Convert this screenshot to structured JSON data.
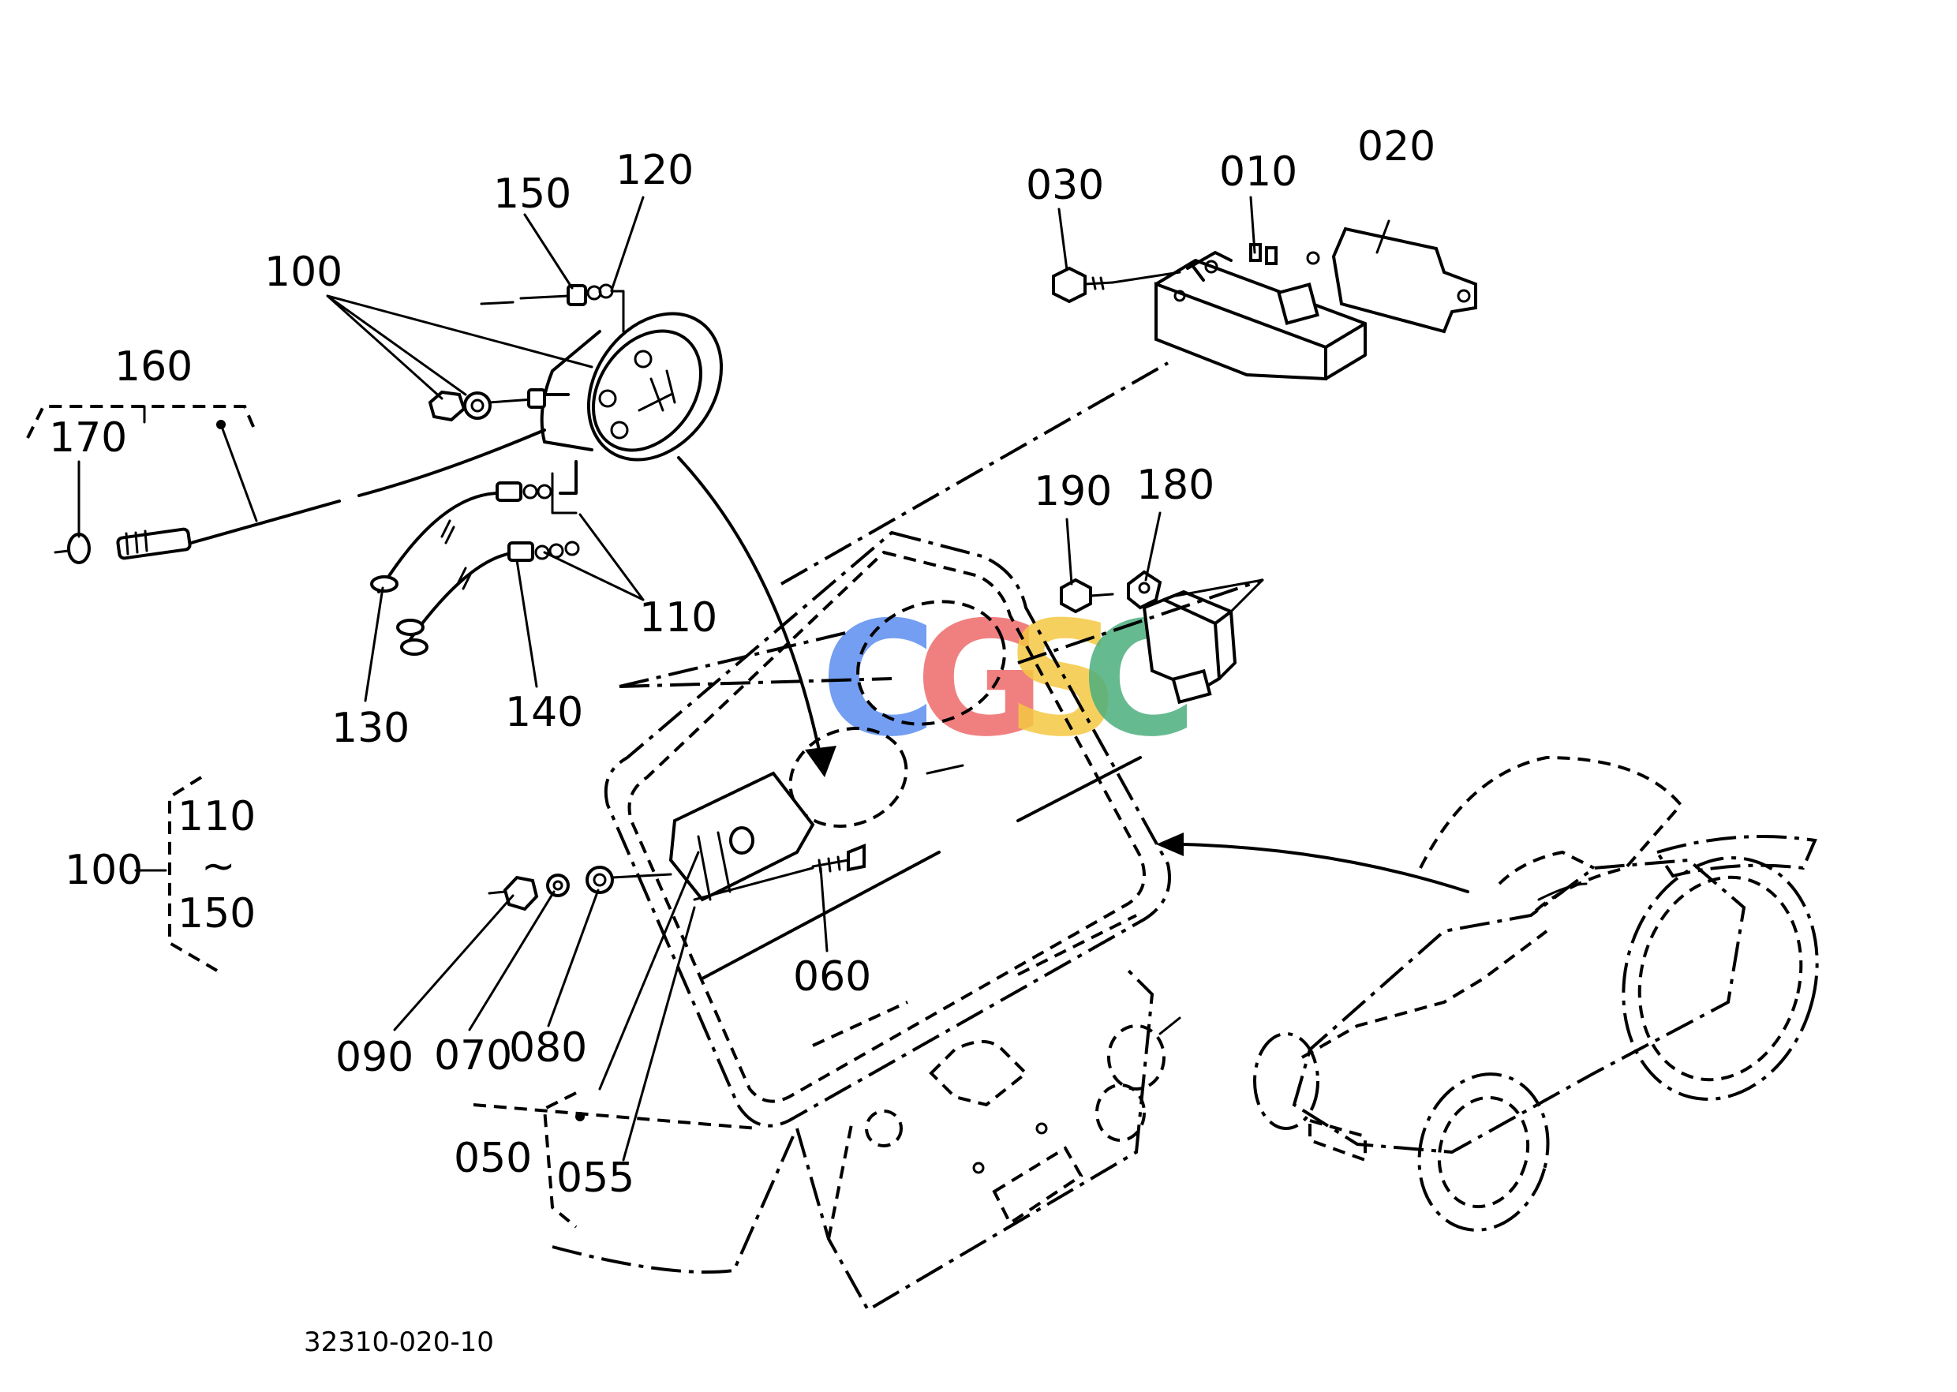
{
  "figure_code": "32310-020-10",
  "watermark": {
    "letters": [
      {
        "char": "C",
        "color": "#5b8ef0"
      },
      {
        "char": "G",
        "color": "#ee6b6b"
      },
      {
        "char": "S",
        "color": "#f5c842"
      },
      {
        "char": "C",
        "color": "#4caf7d"
      }
    ]
  },
  "callouts": {
    "c010": "010",
    "c020": "020",
    "c030": "030",
    "c050": "050",
    "c055": "055",
    "c060": "060",
    "c070": "070",
    "c080": "080",
    "c090": "090",
    "c100": "100",
    "c110": "110",
    "c120": "120",
    "c130": "130",
    "c140": "140",
    "c150": "150",
    "c160": "160",
    "c170": "170",
    "c180": "180",
    "c190": "190"
  },
  "range_note": {
    "assembly": "100",
    "from": "110",
    "tilde": "~",
    "to": "150"
  }
}
